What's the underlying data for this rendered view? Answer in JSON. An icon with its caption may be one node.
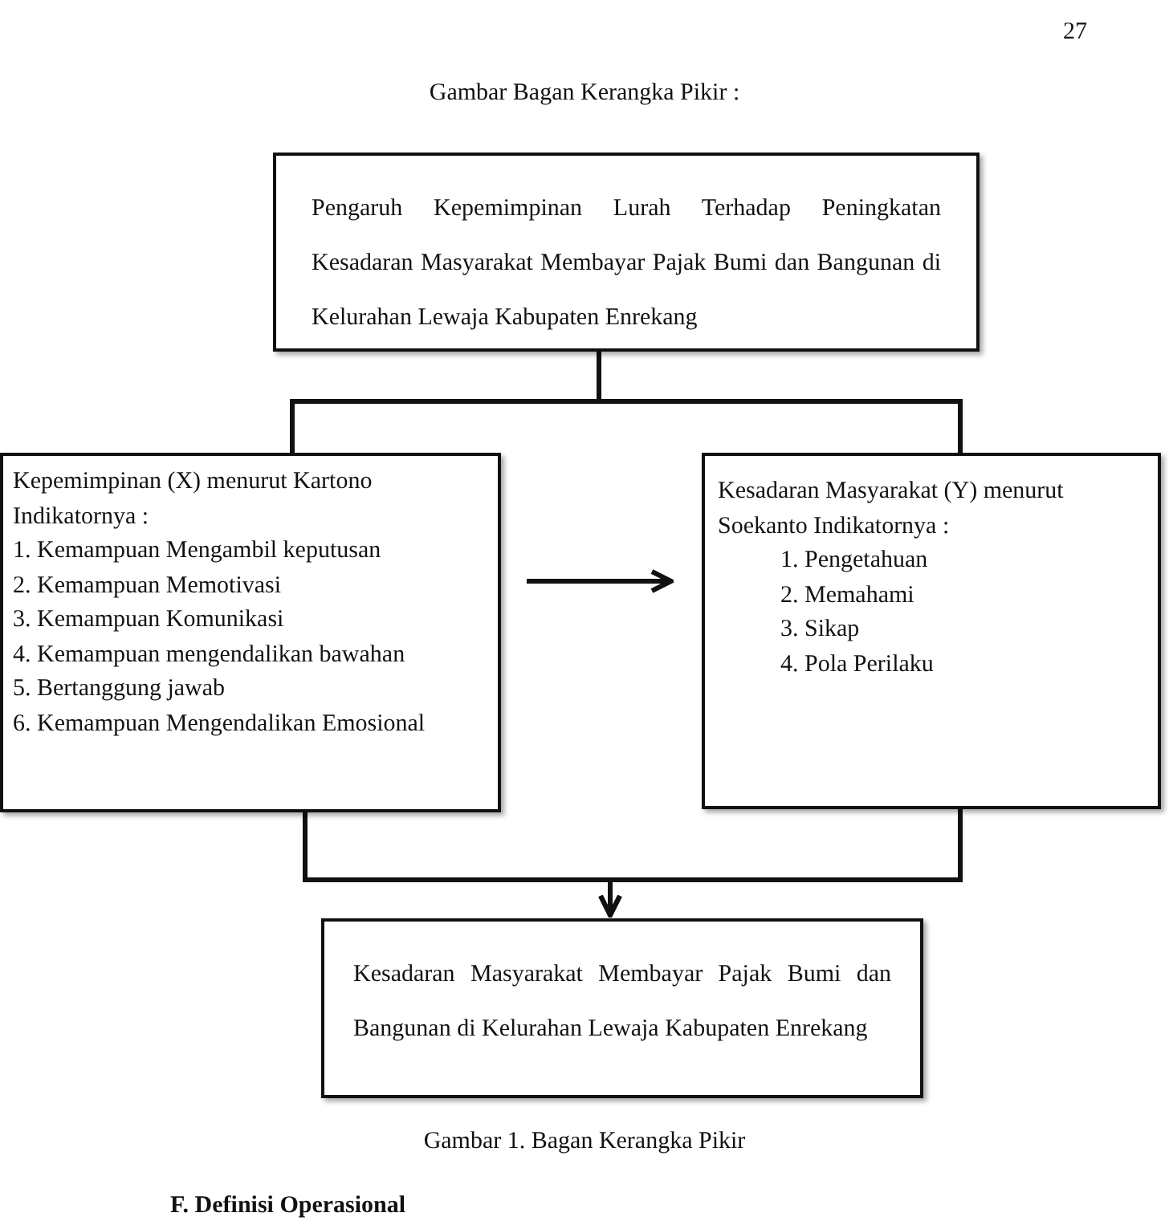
{
  "diagram": {
    "title": "Gambar Bagan Kerangka Pikir :",
    "caption": "Gambar 1. Bagan Kerangka Pikir",
    "nodes": [
      {
        "text": [
          "Pengaruh Kepemimpinan Lurah Terhadap Peningkatan Kesadaran Masyarakat Membayar Pajak Bumi dan Bangunan di Kelurahan Lewaja Kabupaten Enrekang"
        ]
      },
      {
        "text": [
          "Kepemimpinan (X) menurut Kartono Indikatornya :",
          "1. Kemampuan Mengambil keputusan",
          "2. Kemampuan Memotivasi",
          "3. Kemampuan Komunikasi",
          "4. Kemampuan mengendalikan bawahan",
          "5. Bertanggung jawab",
          "6. Kemampuan Mengendalikan Emosional"
        ]
      },
      {
        "text": [
          "Kesadaran Masyarakat (Y) menurut Soekanto Indikatornya :",
          "1. Pengetahuan",
          "2. Memahami",
          "3. Sikap",
          "4. Pola Perilaku"
        ]
      },
      {
        "text": [
          "Kesadaran Masyarakat Membayar Pajak Bumi dan Bangunan di Kelurahan Lewaja Kabupaten Enrekang"
        ]
      }
    ],
    "edges": [
      {
        "from": 0,
        "to": 1,
        "arrow": "none"
      },
      {
        "from": 0,
        "to": 2,
        "arrow": "none"
      },
      {
        "from": 1,
        "to": 2,
        "arrow": "to"
      },
      {
        "from": 1,
        "to": 3,
        "arrow": "to"
      },
      {
        "from": 2,
        "to": 3,
        "arrow": "to"
      }
    ],
    "labels": [
      "27",
      "F. Definisi Operasional"
    ]
  }
}
